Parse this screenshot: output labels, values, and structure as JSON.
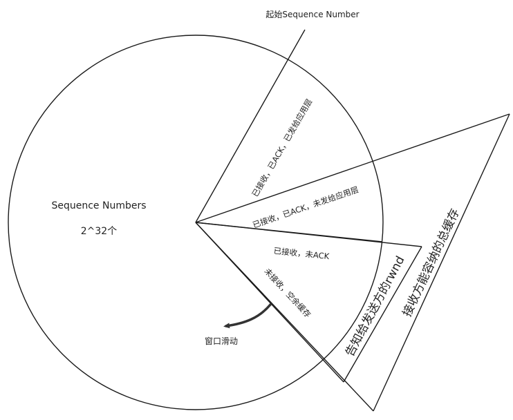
{
  "labels": {
    "start_sequence_number": "起始Sequence Number",
    "sequence_numbers": "Sequence Numbers",
    "sequence_space_size": "2^32个",
    "received_acked_delivered": "已接收，已ACK，已发给应用层",
    "received_acked_not_delivered": "已接收，已ACK，未发给应用层",
    "received_not_acked": "已接收，未ACK",
    "not_received_free_buffer": "未接收，空余缓存",
    "window_sliding": "窗口滑动",
    "advertised_rwnd": "告知给发送方的rwnd",
    "receiver_total_buffer": "接收方能容纳的总缓存"
  }
}
